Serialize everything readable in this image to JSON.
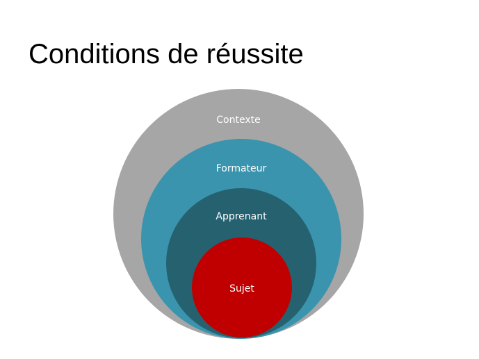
{
  "slide": {
    "title": "Conditions de réussite"
  },
  "diagram": {
    "rings": [
      {
        "label": "Contexte",
        "color": "#a6a6a6"
      },
      {
        "label": "Formateur",
        "color": "#3a94ae"
      },
      {
        "label": "Apprenant",
        "color": "#266170"
      },
      {
        "label": "Sujet",
        "color": "#c00000"
      }
    ]
  }
}
